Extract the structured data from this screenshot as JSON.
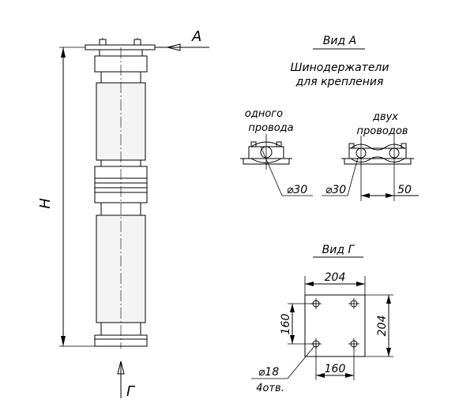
{
  "view_a": {
    "title": "Вид А",
    "subtitle_line1": "Шинодержатели",
    "subtitle_line2": "для крепления"
  },
  "holder_one": {
    "label_line1": "одного",
    "label_line2": "провода",
    "dim_diameter": "⌀30"
  },
  "holder_two": {
    "label_line1": "двух",
    "label_line2": "проводов",
    "dim_diameter": "⌀30",
    "dim_spacing": "50"
  },
  "view_g": {
    "title": "Вид Г",
    "dim_top": "204",
    "dim_left": "160",
    "dim_right": "204",
    "dim_bottom": "160",
    "hole_diameter": "⌀18",
    "hole_count": "4отв."
  },
  "main_view": {
    "height_label": "H",
    "arrow_a_label": "A",
    "arrow_g_label": "Г"
  }
}
